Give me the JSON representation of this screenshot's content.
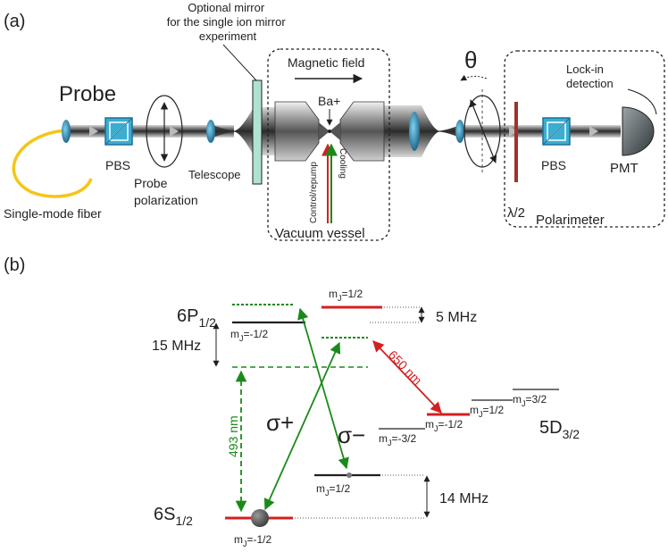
{
  "panel_a": {
    "label": "(a)",
    "mirror_note": [
      "Optional mirror",
      "for the single ion mirror",
      "experiment"
    ],
    "magnetic_field": "Magnetic field",
    "probe": "Probe",
    "ion": "Ba+",
    "theta": "θ",
    "lock_in": [
      "Lock-in",
      "detection"
    ],
    "pbs_left": "PBS",
    "pbs_right": "PBS",
    "probe_polarization": [
      "Probe",
      "polarization"
    ],
    "telescope": "Telescope",
    "control_repump": "Control/repump",
    "cooling": "Cooling",
    "half_wave": "λ/2",
    "pmt": "PMT",
    "fiber": "Single-mode fiber",
    "vacuum_vessel": "Vacuum vessel",
    "polarimeter": "Polarimeter"
  },
  "panel_b": {
    "label": "(b)",
    "p_level": {
      "main": "6P",
      "sub": "1/2"
    },
    "s_level": {
      "main": "6S",
      "sub": "1/2"
    },
    "d_level": {
      "main": "5D",
      "sub": "3/2"
    },
    "mj_p_plus": "=1/2",
    "mj_p_minus": "=-1/2",
    "mj_s_plus": "=1/2",
    "mj_s_minus": "=-1/2",
    "mj_d_m3": "=-3/2",
    "mj_d_m1": "=-1/2",
    "mj_d_p1": "=1/2",
    "mj_d_p3": "=3/2",
    "mj_prefix": "m",
    "mj_sub": "J",
    "split_5mhz": "5 MHz",
    "split_15mhz": "15 MHz",
    "split_14mhz": "14 MHz",
    "wl_650": "650 nm",
    "wl_493": "493 nm",
    "sigma_plus": "σ+",
    "sigma_minus": "σ−"
  },
  "colors": {
    "green": "#1a8a1a",
    "red": "#d42020",
    "optic_blue": "#1e6f9a",
    "pbs_cyan": "#3aaed0",
    "fiber_yellow": "#f5c518",
    "mirror_fill": "#aee3d3"
  }
}
